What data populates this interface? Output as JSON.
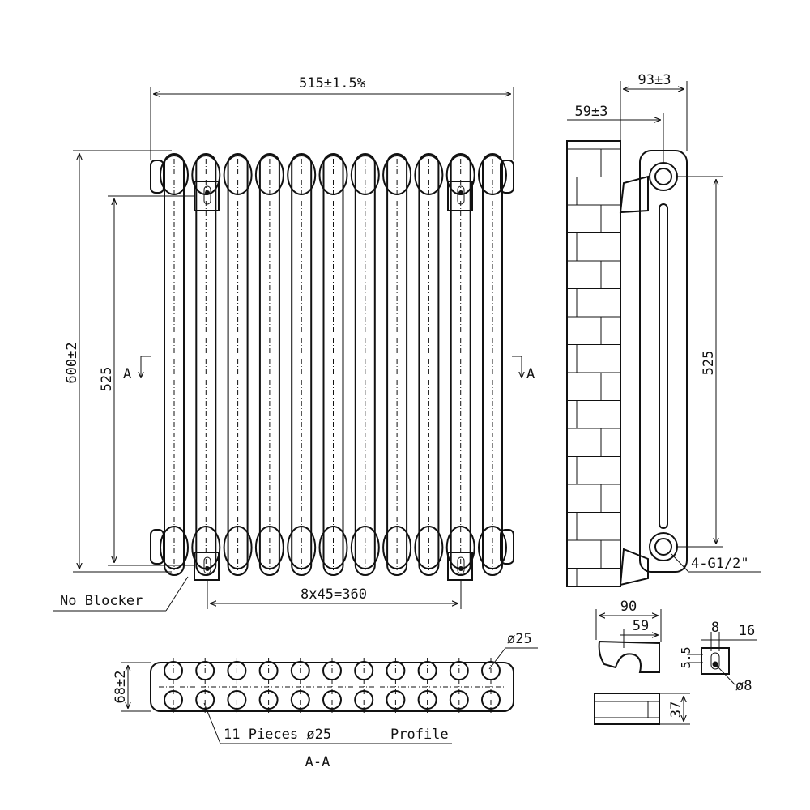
{
  "front_view": {
    "overall_width": "515±1.5%",
    "overall_height": "600±2",
    "inner_height": "525",
    "bracket_spacing": "8x45=360",
    "section_mark": "A",
    "no_blocker": "No Blocker",
    "columns": 11
  },
  "side_view": {
    "depth": "93±3",
    "wall_offset": "59±3",
    "inner_height": "525",
    "connection": "4-G1/2\""
  },
  "section_view": {
    "tube_diameter": "ø25",
    "depth": "68±2",
    "pieces_note": "11 Pieces ø25",
    "profile_label": "Profile",
    "section_label": "A-A"
  },
  "bracket_detail": {
    "width": "90",
    "offset": "59",
    "slot_width": "8",
    "plate_width": "16",
    "slot_height": "5.5",
    "hole_diameter": "ø8",
    "base_height": "37"
  },
  "colors": {
    "line": "#111111",
    "background": "#ffffff"
  }
}
